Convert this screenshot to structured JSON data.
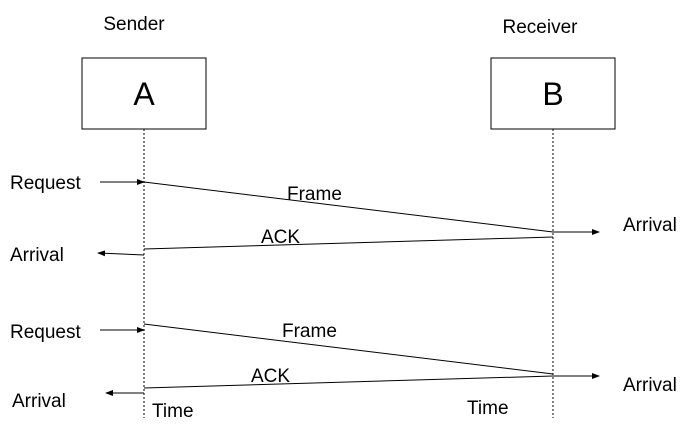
{
  "participants": {
    "sender": {
      "role": "Sender",
      "name": "A"
    },
    "receiver": {
      "role": "Receiver",
      "name": "B"
    }
  },
  "exchanges": [
    {
      "request_label": "Request",
      "frame_label": "Frame",
      "ack_label": "ACK",
      "receiver_arrival_label": "Arrival",
      "sender_arrival_label": "Arrival"
    },
    {
      "request_label": "Request",
      "frame_label": "Frame",
      "ack_label": "ACK",
      "receiver_arrival_label": "Arrival",
      "sender_arrival_label": "Arrival"
    }
  ],
  "time_axis": {
    "sender_label": "Time",
    "receiver_label": "Time"
  }
}
